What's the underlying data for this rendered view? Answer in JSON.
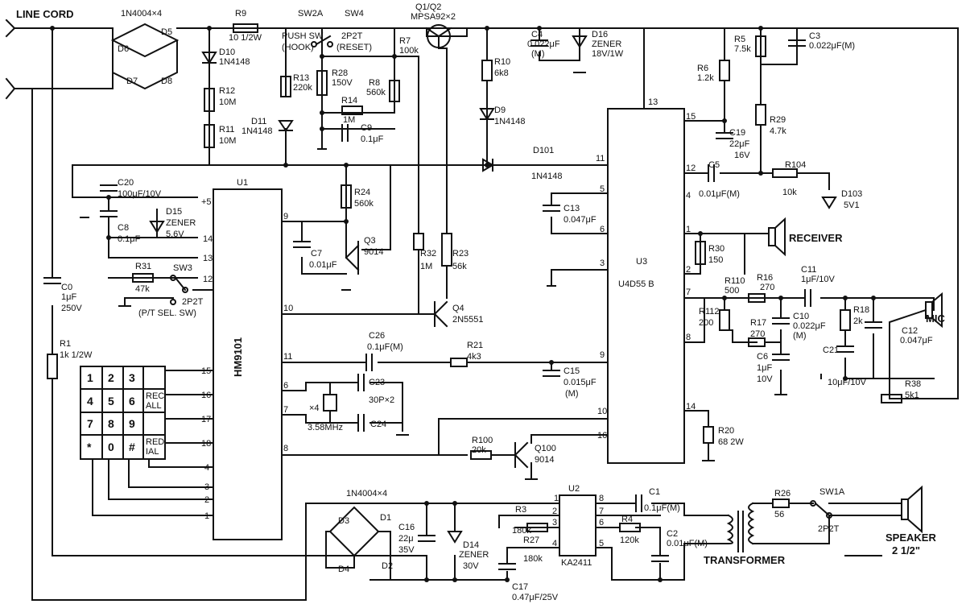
{
  "labels": {
    "line_cord": "LINE CORD",
    "bridge_top": "1N4004×4",
    "d5": "D5",
    "d6": "D6",
    "d7": "D7",
    "d8": "D8",
    "r9": "R9",
    "r9_val": "10 1/2W",
    "sw2a": "SW2A",
    "sw2a_sub1": "PUSH SW",
    "sw2a_sub2": "(HOOK)",
    "sw4": "SW4",
    "sw4_sub1": "2P2T",
    "sw4_sub2": "(RESET)",
    "q1q2": "Q1/Q2",
    "q1q2_val": "MPSA92×2",
    "r7": "R7",
    "r7_val": "100k",
    "c4": "C4",
    "c4_val": "0.022μF",
    "c4_m": "(M)",
    "d16": "D16",
    "d16_sub": "ZENER",
    "d16_val": "18V/1W",
    "r5": "R5",
    "r5_val": "7.5k",
    "c3": "C3",
    "c3_val": "0.022μF(M)",
    "r6": "R6",
    "r6_val": "1.2k",
    "d10": "D10",
    "d10_val": "1N4148",
    "r12": "R12",
    "r12_val": "10M",
    "r11": "R11",
    "r11_val": "10M",
    "d11": "D11",
    "d11_val": "1N4148",
    "r13": "R13",
    "r13_val": "220k",
    "r28": "R28",
    "r28_val": "150V",
    "r8": "R8",
    "r8_val": "560k",
    "r14": "R14",
    "r14_val": "1M",
    "c9": "C9",
    "c9_val": "0.1μF",
    "r10": "R10",
    "r10_val": "6k8",
    "d9": "D9",
    "d9_val": "1N4148",
    "d101": "D101",
    "d101_val": "1N4148",
    "c19": "C19",
    "c19_val": "22μF",
    "c19_v": "16V",
    "r29": "R29",
    "r29_val": "4.7k",
    "c20": "C20",
    "c20_val": "100μF/10V",
    "u1": "U1",
    "u1_name": "HM9101",
    "plus5": "+5",
    "c5": "C5",
    "c5_val": "0.01μF(M)",
    "r104": "R104",
    "r104_val": "10k",
    "d103": "D103",
    "d103_val": "5V1",
    "r24": "R24",
    "r24_val": "560k",
    "c13": "C13",
    "c13_val": "0.047μF",
    "c8": "C8",
    "c8_val": "0.1μF",
    "d15": "D15",
    "d15_sub": "ZENER",
    "d15_val": "5.6V",
    "r31": "R31",
    "r31_val": "47k",
    "sw3": "SW3",
    "sw3_sub1": "2P2T",
    "sw3_sub2": "(P/T SEL. SW)",
    "c7": "C7",
    "c7_val": "0.01μF",
    "q3": "Q3",
    "q3_val": "9014",
    "r32": "R32",
    "r32_val": "1M",
    "r23": "R23",
    "r23_val": "56k",
    "receiver": "RECEIVER",
    "r30": "R30",
    "r30_val": "150",
    "u3": "U3",
    "u3_name": "U4D55 B",
    "c0": "C0",
    "c0_val": "1μF",
    "c0_v": "250V",
    "q4": "Q4",
    "q4_val": "2N5551",
    "r110": "R110",
    "r110_val": "500",
    "r16": "R16",
    "r16_val": "270",
    "c11": "C11",
    "c11_val": "1μF/10V",
    "r112": "R112",
    "r112_val": "200",
    "r17": "R17",
    "r17_val": "270",
    "c10": "C10",
    "c10_val": "0.022μF",
    "c10_m": "(M)",
    "r18": "R18",
    "r18_val": "2k",
    "mic": "MIC",
    "c12": "C12",
    "c12_val": "0.047μF",
    "r1": "R1",
    "r1_val": "1k 1/2W",
    "c26": "C26",
    "c26_val": "0.1μF(M)",
    "r21": "R21",
    "r21_val": "4k3",
    "c6": "C6",
    "c6_val": "1μF",
    "c6_v": "10V",
    "c21": "C21",
    "c21_val": "10μF/10V",
    "c15": "C15",
    "c15_val": "0.015μF",
    "c15_m": "(M)",
    "c23": "C23",
    "c24": "C24",
    "c_pair_val": "30P×2",
    "xtal_x4": "×4",
    "xtal_val": "3.58MHz",
    "r38": "R38",
    "r38_val": "5k1",
    "r100": "R100",
    "r100_val": "20k",
    "q100": "Q100",
    "q100_val": "9014",
    "r20": "R20",
    "r20_val": "68 2W",
    "bridge_bottom": "1N4004×4",
    "d1": "D1",
    "d2": "D2",
    "d3": "D3",
    "d4": "D4",
    "u2": "U2",
    "u2_name": "KA2411",
    "c1": "C1",
    "c1_val": "0.1μF(M)",
    "sw1a": "SW1A",
    "r26": "R26",
    "r26_val": "56",
    "sw1_sub": "2P2T",
    "c16": "C16",
    "c16_val": "22μ",
    "c16_v": "35V",
    "d14": "D14",
    "d14_sub": "ZENER",
    "d14_val": "30V",
    "r3": "R3",
    "r3_val": "180k",
    "r27": "R27",
    "r27_val": "180k",
    "r4": "R4",
    "r4_val": "120k",
    "c2": "C2",
    "c2_val": "0.01μF(M)",
    "transformer": "TRANSFORMER",
    "speaker": "SPEAKER",
    "speaker_val": "2 1/2\"",
    "c17": "C17",
    "c17_val": "0.47μF/25V"
  },
  "keypad": [
    "1",
    "2",
    "3",
    "4",
    "5",
    "6",
    "REC\nALL",
    "7",
    "8",
    "9",
    "*",
    "0",
    "#",
    "RED\nIAL"
  ],
  "keypad_keys": {
    "k1": "1",
    "k2": "2",
    "k3": "3",
    "k4": "4",
    "k5": "5",
    "k6": "6",
    "k_recall_1": "REC",
    "k_recall_2": "ALL",
    "k7": "7",
    "k8": "8",
    "k9": "9",
    "k_star": "*",
    "k0": "0",
    "k_hash": "#",
    "k_redial_1": "RED",
    "k_redial_2": "IAL"
  },
  "pins": {
    "u1": {
      "p9": "9",
      "p14": "14",
      "p13": "13",
      "p12": "12",
      "p10": "10",
      "p11": "11",
      "p15": "15",
      "p16": "16",
      "p17": "17",
      "p18": "18",
      "p6": "6",
      "p7": "7",
      "p8": "8",
      "p4": "4",
      "p3": "3",
      "p2": "2",
      "p1": "1"
    },
    "u3": {
      "p13": "13",
      "p15": "15",
      "p11": "11",
      "p12": "12",
      "p4": "4",
      "p5": "5",
      "p6": "6",
      "p1": "1",
      "p2": "2",
      "p3": "3",
      "p7": "7",
      "p8": "8",
      "p9": "9",
      "p10": "10",
      "p16": "16",
      "p14": "14"
    },
    "u2": {
      "p1": "1",
      "p8": "8",
      "p2": "2",
      "p3": "3",
      "p7": "7",
      "p6": "6",
      "p4": "4",
      "p5": "5"
    }
  }
}
